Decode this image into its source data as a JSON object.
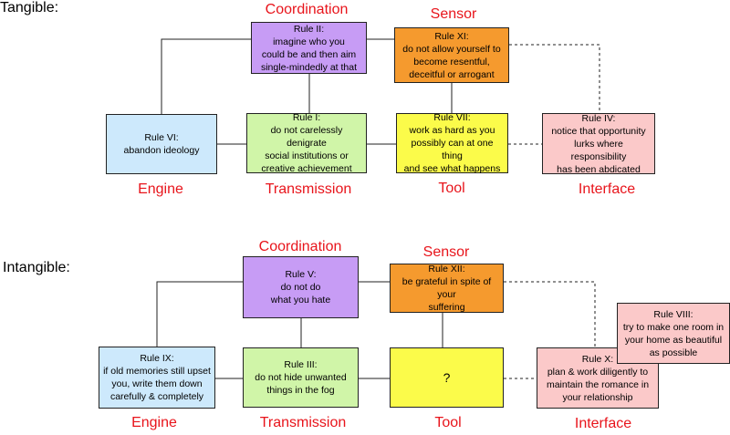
{
  "sections": {
    "tangible": "Tangible:",
    "intangible": "Intangible:"
  },
  "roles": {
    "coordination": "Coordination",
    "sensor": "Sensor",
    "engine": "Engine",
    "transmission": "Transmission",
    "tool": "Tool",
    "interface": "Interface"
  },
  "tangible": {
    "rule2": {
      "title": "Rule II:",
      "text": "imagine who you\ncould be and then aim\nsingle-mindedly at that"
    },
    "rule11": {
      "title": "Rule XI:",
      "text": "do not allow yourself to\nbecome resentful,\ndeceitful or arrogant"
    },
    "rule6": {
      "title": "Rule VI:",
      "text": "abandon ideology"
    },
    "rule1": {
      "title": "Rule I:",
      "text": "do not carelessly denigrate\nsocial institutions or\ncreative achievement"
    },
    "rule7": {
      "title": "Rule VII:",
      "text": "work as hard as you\npossibly can at one thing\nand see what happens"
    },
    "rule4": {
      "title": "Rule IV:",
      "text": "notice that opportunity\nlurks where responsibility\nhas been abdicated"
    }
  },
  "intangible": {
    "rule5": {
      "title": "Rule V:",
      "text": "do not do\nwhat you hate"
    },
    "rule12": {
      "title": "Rule XII:",
      "text": "be grateful in spite of your\nsuffering"
    },
    "rule9": {
      "title": "Rule IX:",
      "text": "if old memories still upset\nyou, write them down\ncarefully & completely"
    },
    "rule3": {
      "title": "Rule III:",
      "text": "do not hide unwanted\nthings in the fog"
    },
    "unknown": "?",
    "rule10": {
      "title": "Rule X:",
      "text": "plan & work diligently to\nmaintain the romance in\nyour relationship"
    },
    "rule8": {
      "title": "Rule VIII:",
      "text": "try to make one room in\nyour home as beautiful\nas possible"
    }
  },
  "colors": {
    "coordination": "#c79cf5",
    "sensor": "#f59a2e",
    "engine": "#cde9fc",
    "transmission": "#d0f5a8",
    "tool": "#fbfb4a",
    "interface": "#fbc9c9",
    "role_label": "#e8141b"
  }
}
